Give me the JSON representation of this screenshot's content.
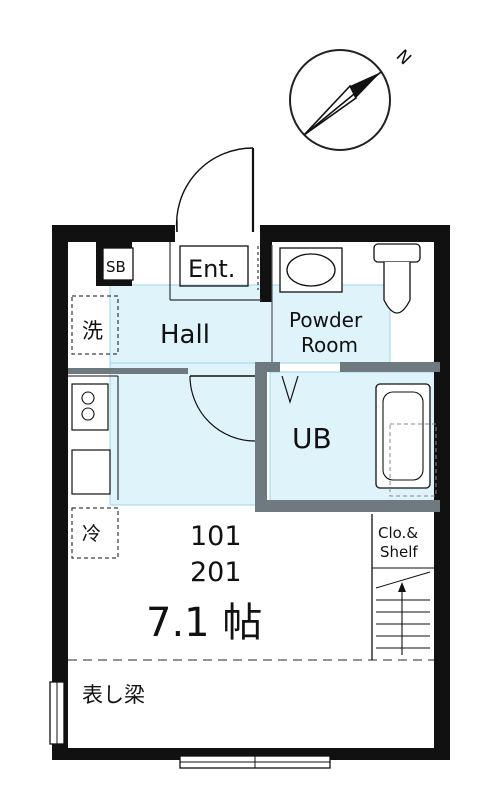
{
  "compass": {
    "north_label": "N"
  },
  "labels": {
    "sb": "SB",
    "entrance": "Ent.",
    "hall": "Hall",
    "powder_line1": "Powder",
    "powder_line2": "Room",
    "washer": "洗",
    "unit_bath": "UB",
    "fridge": "冷",
    "closet_line1": "Clo.&",
    "closet_line2": "Shelf",
    "unit_1": "101",
    "unit_2": "201",
    "room_size": "7.1 帖",
    "exposed_beam": "表し梁"
  },
  "colors": {
    "wall": "#111111",
    "highlight": "#dff3fb",
    "highlight_stroke": "#9fd4ea",
    "partition": "#6e7a80"
  }
}
